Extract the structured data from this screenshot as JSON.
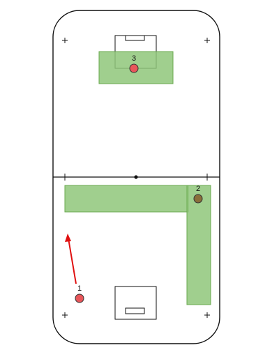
{
  "colors": {
    "zone_fill": "#8fc77a",
    "zone_stroke": "#6aa84f",
    "player_red": "#e8565a",
    "player_olive": "#8a6e3a",
    "arrow": "#e01010",
    "line": "#111111"
  },
  "players": [
    {
      "id": "p1",
      "label": "1",
      "color_key": "player_red"
    },
    {
      "id": "p2",
      "label": "2",
      "color_key": "player_olive"
    },
    {
      "id": "p3",
      "label": "3",
      "color_key": "player_red"
    }
  ],
  "icons": {
    "corner_mark": "plus-icon",
    "arrow": "movement-arrow-icon"
  }
}
